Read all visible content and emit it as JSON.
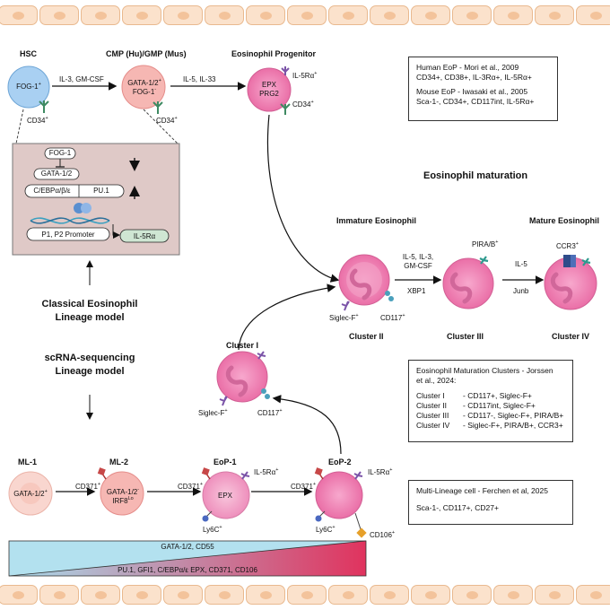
{
  "top_cells": {
    "hsc_title": "HSC",
    "hsc_marker": "FOG-1",
    "hsc_sup": "+",
    "hsc_cd34": "CD34",
    "hsc_cd34_sup": "+",
    "arrow1": "IL-3, GM-CSF",
    "cmp_title": "CMP (Hu)/GMP (Mus)",
    "cmp_marker1": "GATA-1/2",
    "cmp_marker1_sup": "+",
    "cmp_marker2": "FOG-1",
    "cmp_marker2_sup": "-",
    "cmp_cd34": "CD34",
    "cmp_cd34_sup": "+",
    "arrow2": "IL-5, IL-33",
    "eop_title": "Eosinophil Progenitor",
    "eop_marker1": "EPX",
    "eop_marker2": "PRG2",
    "eop_il5": "IL-5Rα",
    "eop_il5_sup": "+",
    "eop_cd34": "CD34",
    "eop_cd34_sup": "+"
  },
  "regulation": {
    "fog1": "FOG-1",
    "gata": "GATA-1/2",
    "cebp": "C/EBPα/β/ε",
    "pu1": "PU.1",
    "promoter": "P1, P2 Promoter",
    "il5ra": "IL-5Rα"
  },
  "models": {
    "classical": [
      "Classical Eosinophil",
      "Lineage model"
    ],
    "scrna": [
      "scRNA-sequencing",
      "Lineage model"
    ]
  },
  "ref_boxes": {
    "human_line1": "Human EoP - Mori et al., 2009",
    "human_line2": "CD34+, CD38+, IL-3Rα+, IL-5Rα+",
    "mouse_line1": "Mouse EoP - Iwasaki et al., 2005",
    "mouse_line2": "Sca-1-, CD34+, CD117int, IL-5Rα+",
    "clusters_title1": "Eosinophil Maturation Clusters - Jorssen",
    "clusters_title2": "et al., 2024:",
    "cluster_rows": [
      {
        "name": "Cluster I",
        "desc": "- CD117+, Siglec-F+"
      },
      {
        "name": "Cluster II",
        "desc": "- CD117int, Siglec-F+"
      },
      {
        "name": "Cluster III",
        "desc": "- CD117-, Siglec-F+, PIRA/B+"
      },
      {
        "name": "Cluster IV",
        "desc": "- Siglec-F+, PIRA/B+, CCR3+"
      }
    ],
    "multi_line1": "Multi-Lineage cell - Ferchen et al, 2025",
    "multi_line2": "Sca-1-, CD117+, CD27+"
  },
  "maturation": {
    "title": "Eosinophil maturation",
    "immature_title": "Immature Eosinophil",
    "mature_title": "Mature Eosinophil",
    "arrow_a_top": [
      "IL-5, IL-3,",
      "GM-CSF"
    ],
    "arrow_a_bottom": "XBP1",
    "arrow_b_top": "IL-5",
    "arrow_b_bottom": "Junb",
    "pirab": "PIRA/B",
    "pirab_sup": "+",
    "ccr3": "CCR3",
    "ccr3_sup": "+",
    "c2_siglec": "Siglec-F",
    "c2_siglec_sup": "+",
    "c2_cd117": "CD117",
    "c2_cd117_sup": "+",
    "cluster2": "Cluster II",
    "cluster3": "Cluster III",
    "cluster4": "Cluster IV",
    "cluster1": "Cluster I",
    "c1_siglec": "Siglec-F",
    "c1_siglec_sup": "+",
    "c1_cd117": "CD117",
    "c1_cd117_sup": "+"
  },
  "bottom_cells": {
    "ml1_title": "ML-1",
    "ml1_marker": "GATA-1/2",
    "ml1_sup": "+",
    "ml2_title": "ML-2",
    "ml2_cd371": "CD371",
    "ml2_cd371_sup": "+",
    "ml2_marker1": "GATA-1/2",
    "ml2_marker1_sup": "-",
    "ml2_marker2": "IRF8",
    "ml2_marker2_sup": "Lo",
    "eop1_title": "EoP-1",
    "eop1_cd371": "CD371",
    "eop1_cd371_sup": "+",
    "eop1_epx": "EPX",
    "eop1_il5": "IL-5Rα",
    "eop1_il5_sup": "+",
    "eop1_ly6c": "Ly6C",
    "eop1_ly6c_sup": "+",
    "eop2_title": "EoP-2",
    "eop2_cd371": "CD371",
    "eop2_cd371_sup": "+",
    "eop2_il5": "IL-5Rα",
    "eop2_il5_sup": "+",
    "eop2_ly6c": "Ly6C",
    "eop2_ly6c_sup": "+",
    "eop2_cd106": "CD106",
    "eop2_cd106_sup": "+"
  },
  "gradient": {
    "top_label": "GATA-1/2, CD55",
    "bottom_label": "PU.1, GFI1, C/EBPα/ε EPX, CD371, CD106"
  },
  "colors": {
    "stem_blue": "#a9d0f2",
    "progenitor_pink": "#f6b7b3",
    "eosinophil_pink": "#ee7fb2",
    "gradient_blue": "#a6dcec",
    "gradient_red": "#e0335e",
    "wall_peach": "#fbe2cc"
  }
}
